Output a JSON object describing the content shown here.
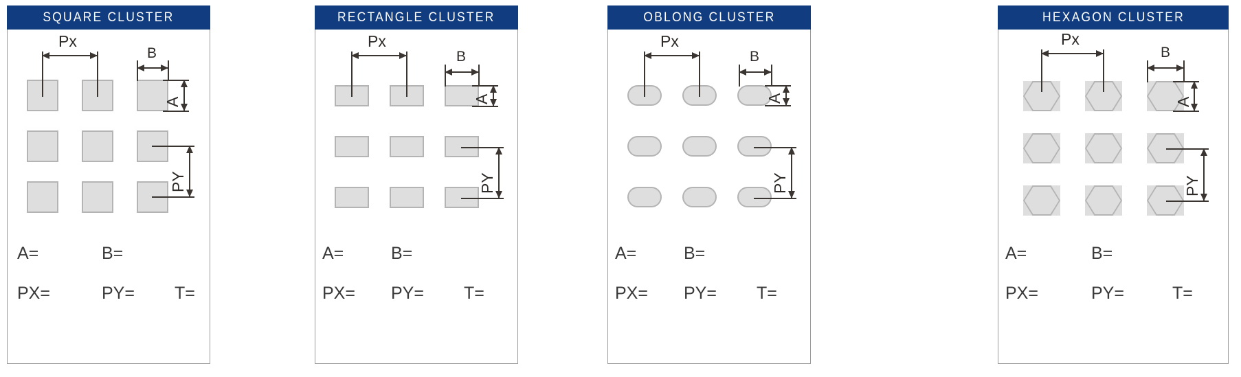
{
  "page": {
    "background": "#ffffff",
    "header_color": "#123C80",
    "shape_fill": "#dedede",
    "shape_stroke": "#b4b4b4",
    "dimension_color": "#3b3532"
  },
  "panels": [
    {
      "id": "square-cluster",
      "title": "SQUARE CLUSTER",
      "shape": "square",
      "dimensions": {
        "px": "Px",
        "b": "B",
        "a": "A",
        "py": "PY"
      },
      "fields": {
        "a": "A=",
        "b": "B=",
        "px": "PX=",
        "py": "PY=",
        "t": "T="
      }
    },
    {
      "id": "rectangle-cluster",
      "title": "RECTANGLE CLUSTER",
      "shape": "rectangle",
      "dimensions": {
        "px": "Px",
        "b": "B",
        "a": "A",
        "py": "PY"
      },
      "fields": {
        "a": "A=",
        "b": "B=",
        "px": "PX=",
        "py": "PY=",
        "t": "T="
      }
    },
    {
      "id": "oblong-cluster",
      "title": "OBLONG CLUSTER",
      "shape": "oblong",
      "dimensions": {
        "px": "Px",
        "b": "B",
        "a": "A",
        "py": "PY"
      },
      "fields": {
        "a": "A=",
        "b": "B=",
        "px": "PX=",
        "py": "PY=",
        "t": "T="
      }
    },
    {
      "id": "hexagon-cluster",
      "title": "HEXAGON CLUSTER",
      "shape": "hexagon",
      "dimensions": {
        "px": "Px",
        "b": "B",
        "a": "A",
        "py": "PY"
      },
      "fields": {
        "a": "A=",
        "b": "B=",
        "px": "PX=",
        "py": "PY=",
        "t": "T="
      }
    }
  ]
}
